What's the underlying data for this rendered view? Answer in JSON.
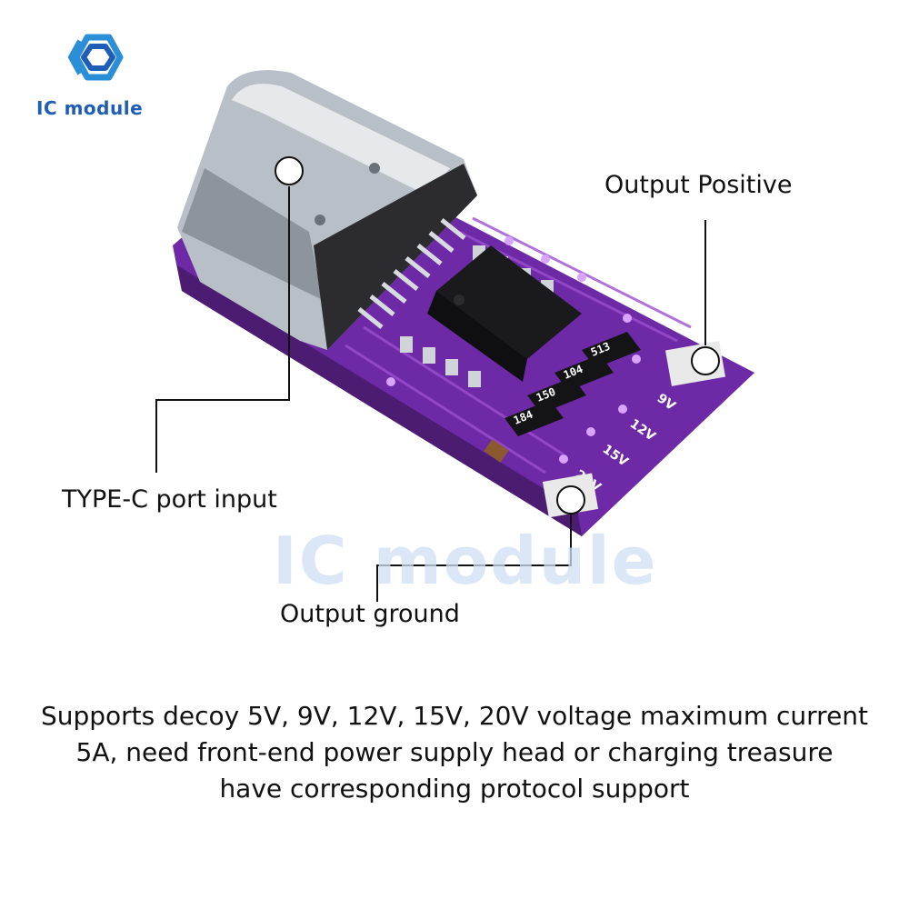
{
  "brand": {
    "logo_text": "IC module",
    "watermark_text": "IC module"
  },
  "callouts": {
    "output_positive": "Output Positive",
    "type_c_input": "TYPE-C port input",
    "output_ground": "Output ground"
  },
  "board_markings": {
    "resistors": [
      "513",
      "104",
      "150",
      "184"
    ],
    "voltages": [
      "9V",
      "12V",
      "15V",
      "20V"
    ]
  },
  "description": {
    "line1": "Supports decoy 5V, 9V, 12V, 15V, 20V voltage maximum current",
    "line2": "5A, need front-end power supply head or charging treasure",
    "line3": "have corresponding protocol support"
  },
  "colors": {
    "brand_blue": "#1e5db8",
    "pcb_purple": "#7c2fb5"
  }
}
